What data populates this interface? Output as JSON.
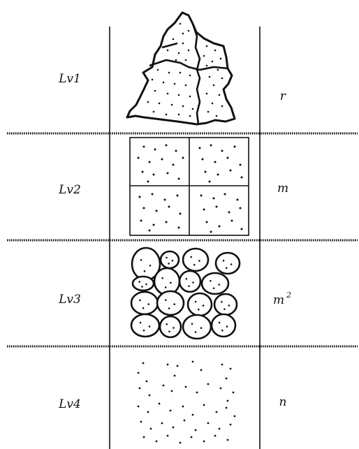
{
  "rows": [
    {
      "level": "Lv1",
      "formula": "r",
      "superscript": ""
    },
    {
      "level": "Lv2",
      "formula": "m",
      "superscript": ""
    },
    {
      "level": "Lv3",
      "formula": "m",
      "superscript": "2"
    },
    {
      "level": "Lv4",
      "formula": "n",
      "superscript": ""
    }
  ],
  "colors": {
    "ink": "#111111",
    "background": "#ffffff"
  }
}
